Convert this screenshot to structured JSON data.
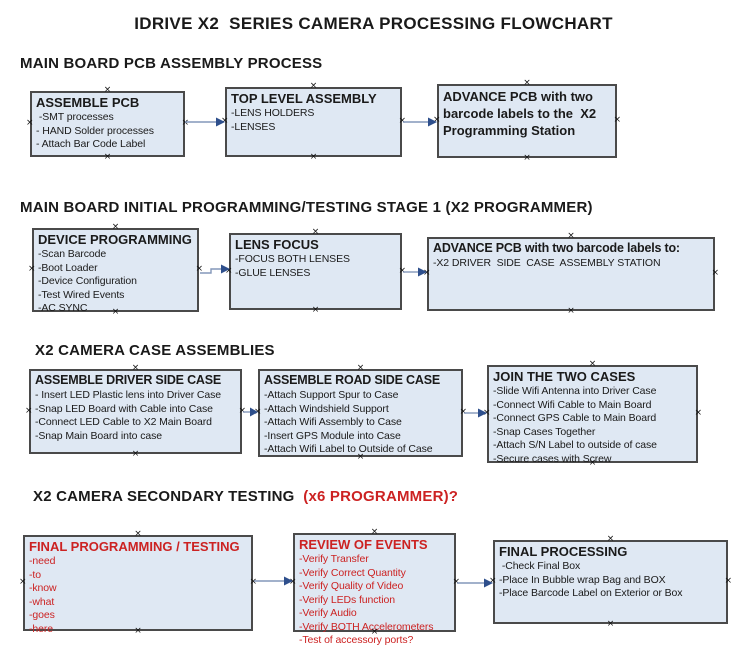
{
  "title": "IDRIVE X2  SERIES CAMERA PROCESSING FLOWCHART",
  "colors": {
    "accent_red": "#cc2222",
    "box_fill": "#dfe8f3",
    "box_border": "#4a4a4a",
    "arrow_line": "#8397ba",
    "arrow_head": "#2e4f8c",
    "text": "#1a1a1a"
  },
  "sections": [
    {
      "heading": "MAIN BOARD PCB ASSEMBLY PROCESS",
      "boxes": [
        {
          "title": "ASSEMBLE PCB",
          "lines": [
            " -SMT processes",
            "- HAND Solder processes",
            "- Attach Bar Code Label"
          ]
        },
        {
          "title": "TOP LEVEL ASSEMBLY",
          "lines": [
            "-LENS HOLDERS",
            "-LENSES"
          ]
        },
        {
          "title": "ADVANCE PCB with two barcode labels to the  X2 Programming Station",
          "lines": []
        }
      ]
    },
    {
      "heading": "MAIN BOARD INITIAL PROGRAMMING/TESTING STAGE 1 (X2 PROGRAMMER)",
      "boxes": [
        {
          "title": "DEVICE PROGRAMMING",
          "lines": [
            "-Scan Barcode",
            "-Boot Loader",
            "-Device Configuration",
            "-Test Wired Events",
            "-AC SYNC"
          ]
        },
        {
          "title": "LENS FOCUS",
          "lines": [
            "-FOCUS BOTH LENSES",
            "-GLUE LENSES"
          ]
        },
        {
          "title": "ADVANCE PCB with two barcode labels to:",
          "lines": [
            "-X2 DRIVER  SIDE  CASE  ASSEMBLY STATION"
          ]
        }
      ]
    },
    {
      "heading": "X2 CAMERA CASE ASSEMBLIES",
      "boxes": [
        {
          "title": "ASSEMBLE DRIVER SIDE CASE",
          "lines": [
            "- Insert LED Plastic lens into Driver Case",
            "-Snap LED Board with Cable into Case",
            "-Connect LED Cable to X2 Main Board",
            "-Snap Main Board into case"
          ]
        },
        {
          "title": "ASSEMBLE ROAD SIDE CASE",
          "lines": [
            "-Attach Support Spur to Case",
            "-Attach Windshield Support",
            "-Attach Wifi Assembly to Case",
            "-Insert GPS Module into Case",
            "-Attach Wifi Label to Outside of Case"
          ]
        },
        {
          "title": "JOIN THE TWO CASES",
          "lines": [
            "-Slide Wifi Antenna into Driver Case",
            "-Connect Wifi Cable to Main Board",
            "-Connect GPS Cable to Main Board",
            "-Snap Cases Together",
            "-Attach S/N Label to outside of case",
            "-Secure cases with Screw"
          ]
        }
      ]
    },
    {
      "heading": "X2 CAMERA SECONDARY TESTING ",
      "heading_suffix": " (x6 PROGRAMMER)?",
      "boxes": [
        {
          "title": "FINAL PROGRAMMING / TESTING",
          "lines": [
            "-need",
            "-to",
            "-know",
            "-what",
            "-goes",
            "-here"
          ]
        },
        {
          "title": "REVIEW OF EVENTS",
          "lines": [
            "-Verify Transfer",
            "-Verify Correct Quantity",
            "-Verify Quality of Video",
            "-Verify LEDs function",
            "-Verify Audio",
            "-Verify BOTH Accelerometers",
            "-Test of accessory ports?"
          ]
        },
        {
          "title": "FINAL PROCESSING",
          "lines": [
            " -Check Final Box",
            "-Place In Bubble wrap Bag and BOX",
            "-Place Barcode Label on Exterior or Box"
          ]
        }
      ]
    }
  ]
}
